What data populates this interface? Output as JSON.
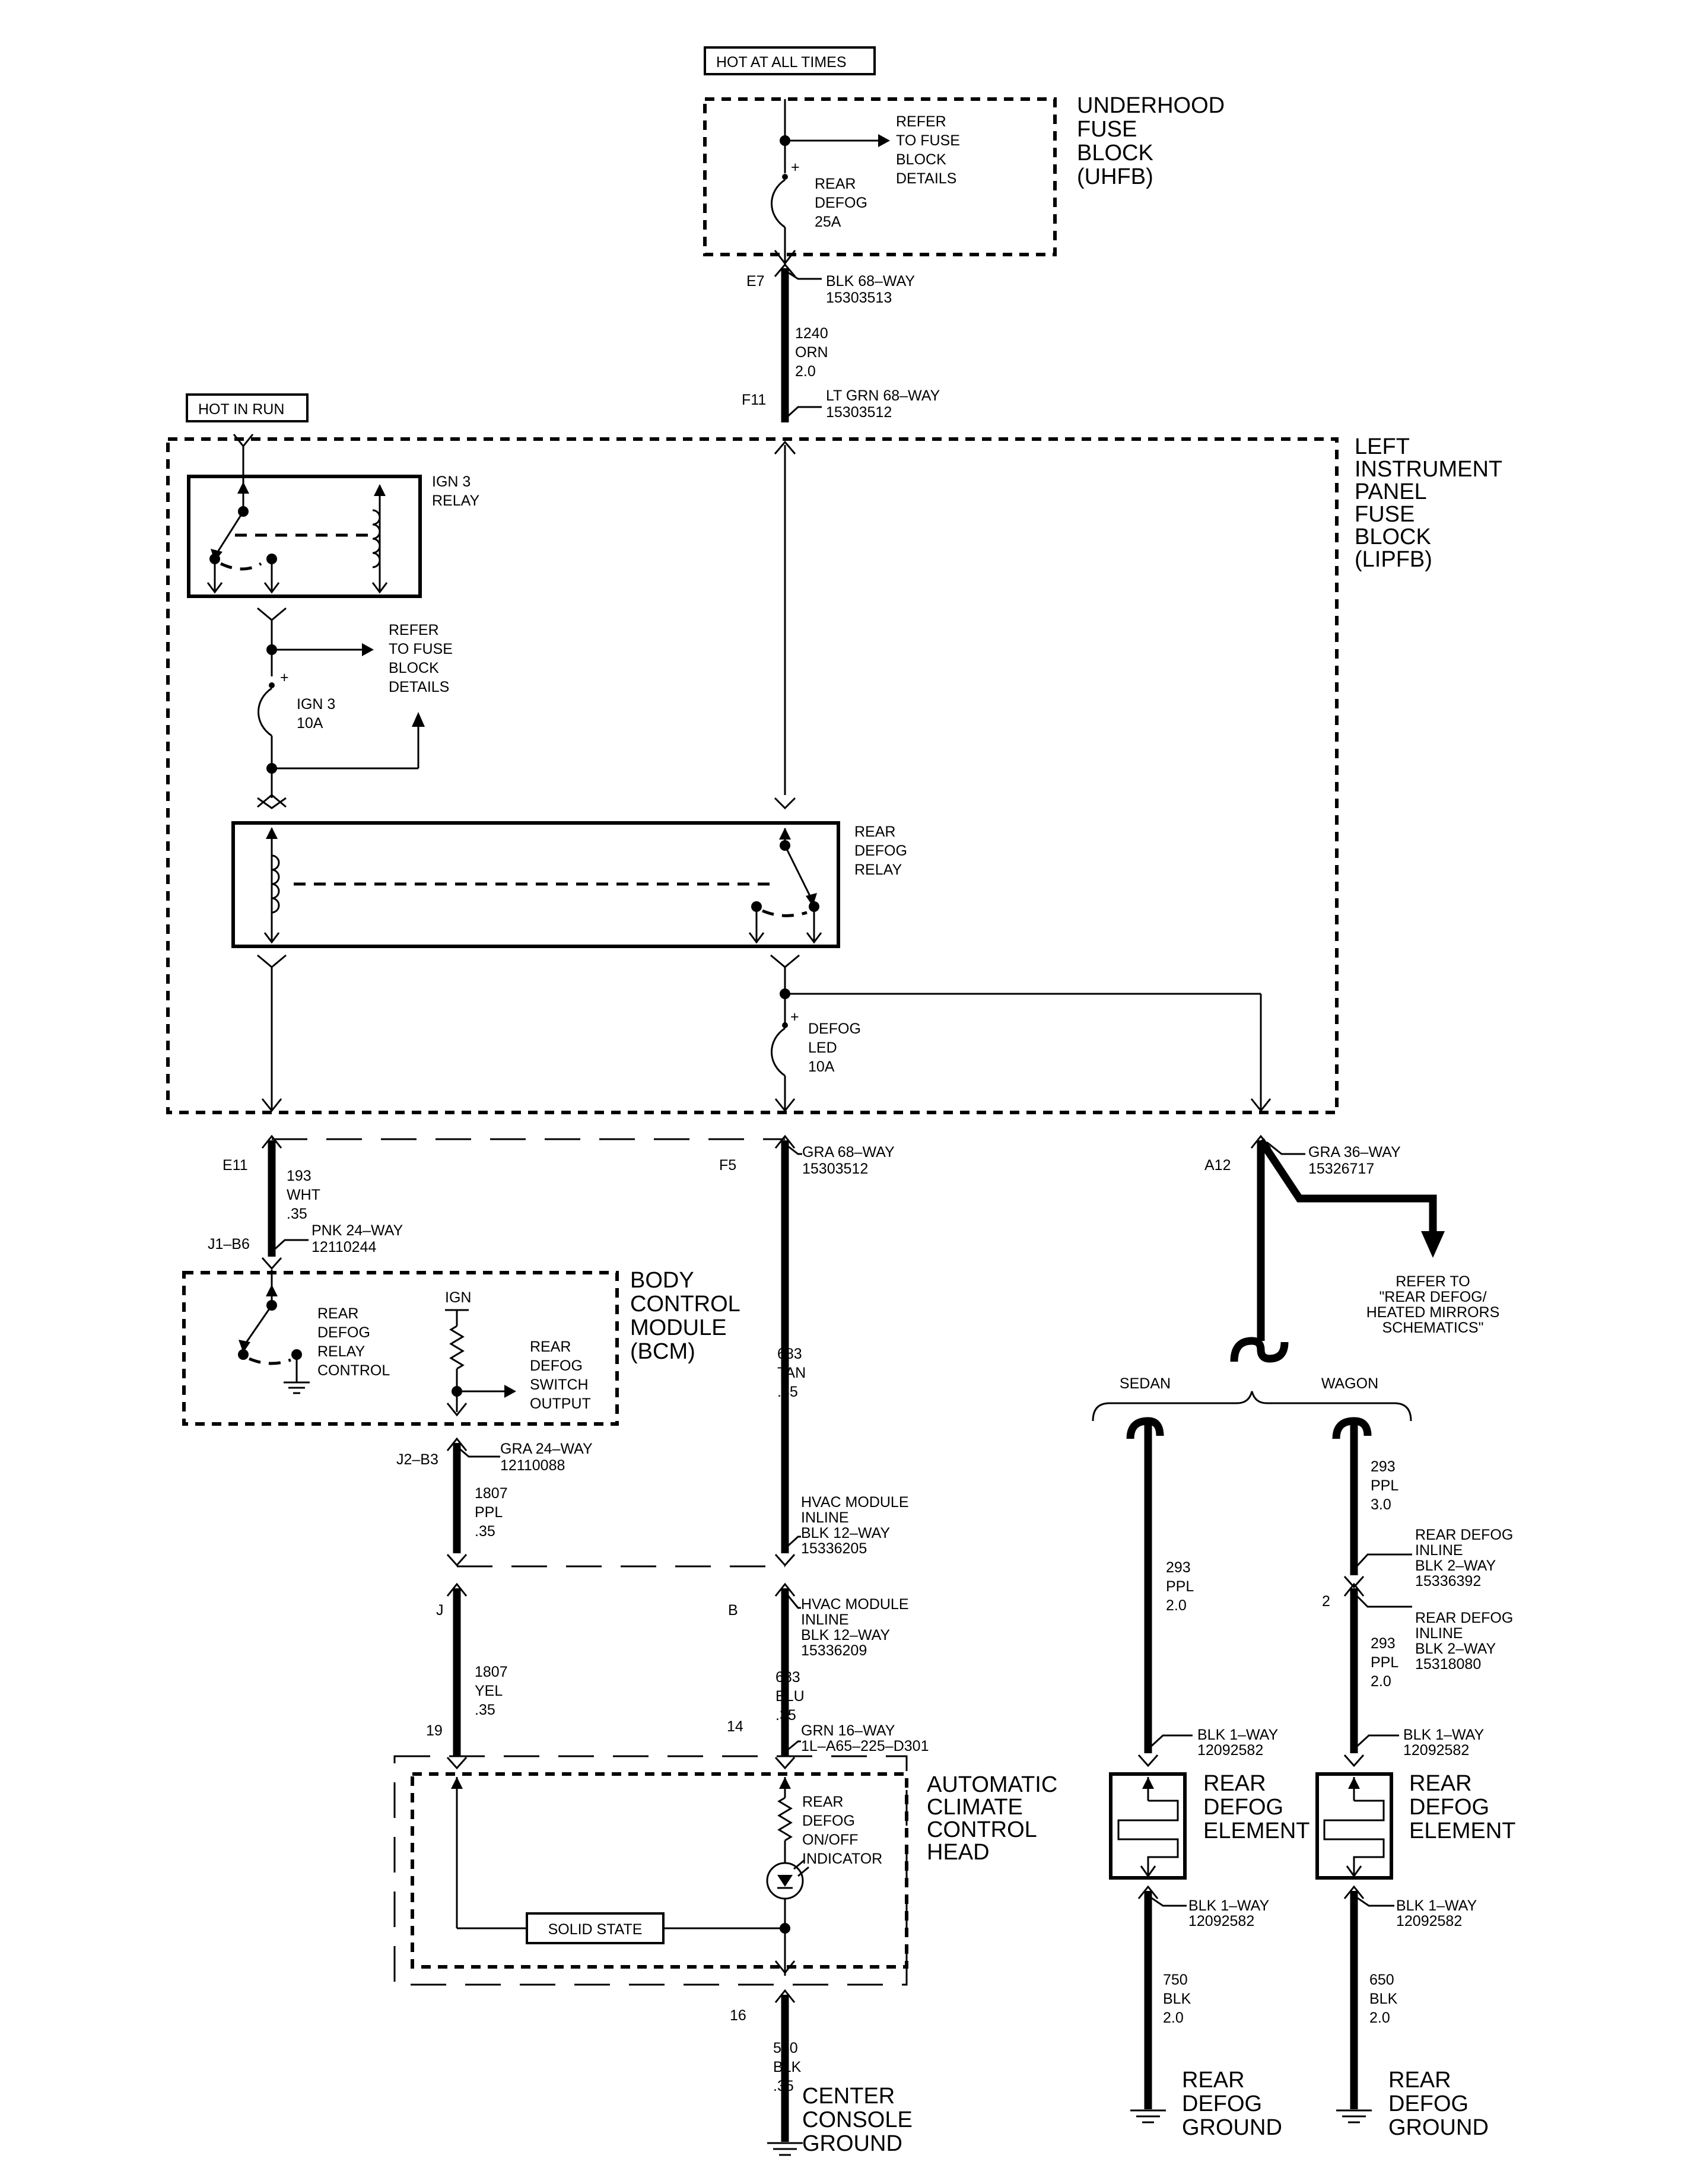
{
  "labels": {
    "hot_all_times": "HOT AT ALL TIMES",
    "hot_in_run": "HOT IN RUN",
    "uhfb": [
      "UNDERHOOD",
      "FUSE",
      "BLOCK",
      "(UHFB)"
    ],
    "uhfb_refer": [
      "REFER",
      "TO FUSE",
      "BLOCK",
      "DETAILS"
    ],
    "rear_defog_fuse": [
      "REAR",
      "DEFOG",
      "25A"
    ],
    "e7": "E7",
    "e7_conn": [
      "BLK 68–WAY",
      "15303513"
    ],
    "wire_1240": [
      "1240",
      "ORN",
      "2.0"
    ],
    "f11": "F11",
    "f11_conn": [
      "LT GRN 68–WAY",
      "15303512"
    ],
    "lipfb": [
      "LEFT",
      "INSTRUMENT",
      "PANEL",
      "FUSE",
      "BLOCK",
      "(LIPFB)"
    ],
    "ign3_relay": [
      "IGN 3",
      "RELAY"
    ],
    "lipfb_refer": [
      "REFER",
      "TO FUSE",
      "BLOCK",
      "DETAILS"
    ],
    "ign3_fuse": [
      "IGN 3",
      "10A"
    ],
    "rear_defog_relay": [
      "REAR",
      "DEFOG",
      "RELAY"
    ],
    "defog_led": [
      "DEFOG",
      "LED",
      "10A"
    ],
    "e11": "E11",
    "wire_193": [
      "193",
      "WHT",
      ".35"
    ],
    "j1b6": "J1–B6",
    "j1b6_conn": [
      "PNK 24–WAY",
      "12110244"
    ],
    "f5": "F5",
    "f5_conn": [
      "GRA 68–WAY",
      "15303512"
    ],
    "a12": "A12",
    "a12_conn": [
      "GRA 36–WAY",
      "15326717"
    ],
    "refer_mirrors": [
      "REFER TO",
      "\"REAR DEFOG/",
      "HEATED MIRRORS",
      "SCHEMATICS\""
    ],
    "bcm": [
      "BODY",
      "CONTROL",
      "MODULE",
      "(BCM)"
    ],
    "bcm_relay_ctrl": [
      "REAR",
      "DEFOG",
      "RELAY",
      "CONTROL"
    ],
    "ign": "IGN",
    "bcm_switch_out": [
      "REAR",
      "DEFOG",
      "SWITCH",
      "OUTPUT"
    ],
    "wire_683_tan": [
      "683",
      "TAN",
      ".35"
    ],
    "sedan": "SEDAN",
    "wagon": "WAGON",
    "j2b3": "J2–B3",
    "j2b3_conn": [
      "GRA 24–WAY",
      "12110088"
    ],
    "wire_1807_ppl": [
      "1807",
      "PPL",
      ".35"
    ],
    "hvac_inline_1": [
      "HVAC MODULE",
      "INLINE",
      "BLK 12–WAY",
      "15336205"
    ],
    "wire_293_sedan": [
      "293",
      "PPL",
      "2.0"
    ],
    "wire_293_wagon_top": [
      "293",
      "PPL",
      "3.0"
    ],
    "rear_defog_inline_1": [
      "REAR DEFOG",
      "INLINE",
      "BLK 2–WAY",
      "15336392"
    ],
    "j": "J",
    "b": "B",
    "hvac_inline_2": [
      "HVAC MODULE",
      "INLINE",
      "BLK 12–WAY",
      "15336209"
    ],
    "two": "2",
    "rear_defog_inline_2": [
      "REAR DEFOG",
      "INLINE",
      "BLK 2–WAY",
      "15318080"
    ],
    "wire_293_wagon_bot": [
      "293",
      "PPL",
      "2.0"
    ],
    "wire_1807_yel": [
      "1807",
      "YEL",
      ".35"
    ],
    "wire_683_blu": [
      "683",
      "BLU",
      ".35"
    ],
    "pin19": "19",
    "pin14": "14",
    "grn16_conn": [
      "GRN 16–WAY",
      "1L–A65–225–D301"
    ],
    "blk1way_a": [
      "BLK 1–WAY",
      "12092582"
    ],
    "blk1way_b": [
      "BLK 1–WAY",
      "12092582"
    ],
    "acc_head": [
      "AUTOMATIC",
      "CLIMATE",
      "CONTROL",
      "HEAD"
    ],
    "rear_defog_element_a": [
      "REAR",
      "DEFOG",
      "ELEMENT"
    ],
    "rear_defog_element_b": [
      "REAR",
      "DEFOG",
      "ELEMENT"
    ],
    "indicator": [
      "REAR",
      "DEFOG",
      "ON/OFF",
      "INDICATOR"
    ],
    "solid_state": "SOLID STATE",
    "blk1way_c": [
      "BLK 1–WAY",
      "12092582"
    ],
    "blk1way_d": [
      "BLK 1–WAY",
      "12092582"
    ],
    "pin16": "16",
    "wire_550": [
      "550",
      "BLK",
      ".35"
    ],
    "wire_750": [
      "750",
      "BLK",
      "2.0"
    ],
    "wire_650": [
      "650",
      "BLK",
      "2.0"
    ],
    "center_console_ground": [
      "CENTER",
      "CONSOLE",
      "GROUND"
    ],
    "rear_defog_ground_a": [
      "REAR",
      "DEFOG",
      "GROUND"
    ],
    "rear_defog_ground_b": [
      "REAR",
      "DEFOG",
      "GROUND"
    ]
  }
}
